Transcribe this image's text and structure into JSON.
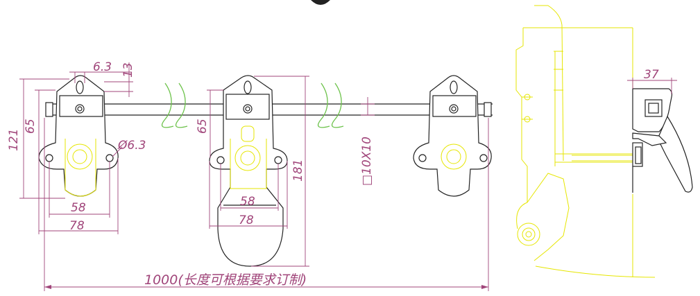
{
  "colors": {
    "outline": "#222222",
    "hidden_view": "#e6e600",
    "break_mark": "#6cc24a",
    "dimension": "#a0457a"
  },
  "dims": {
    "d6_3": "6.3",
    "d13": "13",
    "d121": "121",
    "d65a": "65",
    "d65b": "65",
    "hole": "Ø6.3",
    "d58a": "58",
    "d78a": "78",
    "d58b": "58",
    "d78b": "78",
    "d181": "181",
    "bar": "□10X10",
    "d37": "37",
    "total": "1000(长度可根据要求订制)"
  }
}
